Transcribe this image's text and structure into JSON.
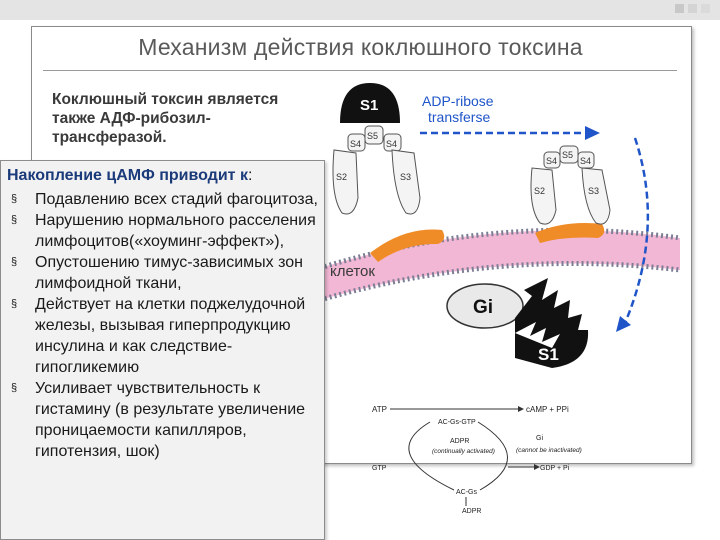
{
  "slide": {
    "title": "Механизм действия коклюшного токсина",
    "intro": "Коклюшный токсин является также АДФ-рибозил-трансферазой."
  },
  "diagram": {
    "enzyme_label_line1": "ADP-ribose",
    "enzyme_label_line2": "transferse",
    "subunits": {
      "s1": "S1",
      "s2": "S2",
      "s3": "S3",
      "s4": "S4",
      "s5": "S5"
    },
    "gi_label": "Gi",
    "partial_text": "клеток"
  },
  "mini_diagram": {
    "atp": "ATP",
    "camp": "cAMP + PPi",
    "ac_gs_gtp": "AC-Gs-GTP",
    "adpr_top": "ADPR",
    "continually": "(continually activated)",
    "gi": "Gi",
    "cannot": "(cannot be inactivated)",
    "gtp": "GTP",
    "gdp": "GDP + Pi",
    "ac_gs": "AC-Gs",
    "adpr_bottom": "ADPR"
  },
  "overlay": {
    "title_bold": "Накопление цАМФ приводит к",
    "title_rest": ":",
    "bullet_glyph": "§",
    "items": [
      "Подавлению всех стадий фагоцитоза,",
      "Нарушению нормального расселения лимфоцитов(«хоуминг-эффект»),",
      "Опустошению тимус-зависимых зон лимфоидной ткани,",
      "Действует на клетки поджелудочной железы, вызывая гиперпродукцию инсулина и как следствие-гипогликемию",
      "Усиливает чувствительность к гистамину (в результате увеличение проницаемости капилляров, гипотензия, шок)"
    ]
  },
  "colors": {
    "title": "#5a5a5a",
    "membrane": "#f2b7d4",
    "membrane_dots": "#7d7d95",
    "receptor": "#f08c28",
    "arrow": "#1f55c8",
    "toxin": "#111111",
    "overlay_bg": "#f2f2f2",
    "overlay_title": "#1a3a7a"
  }
}
